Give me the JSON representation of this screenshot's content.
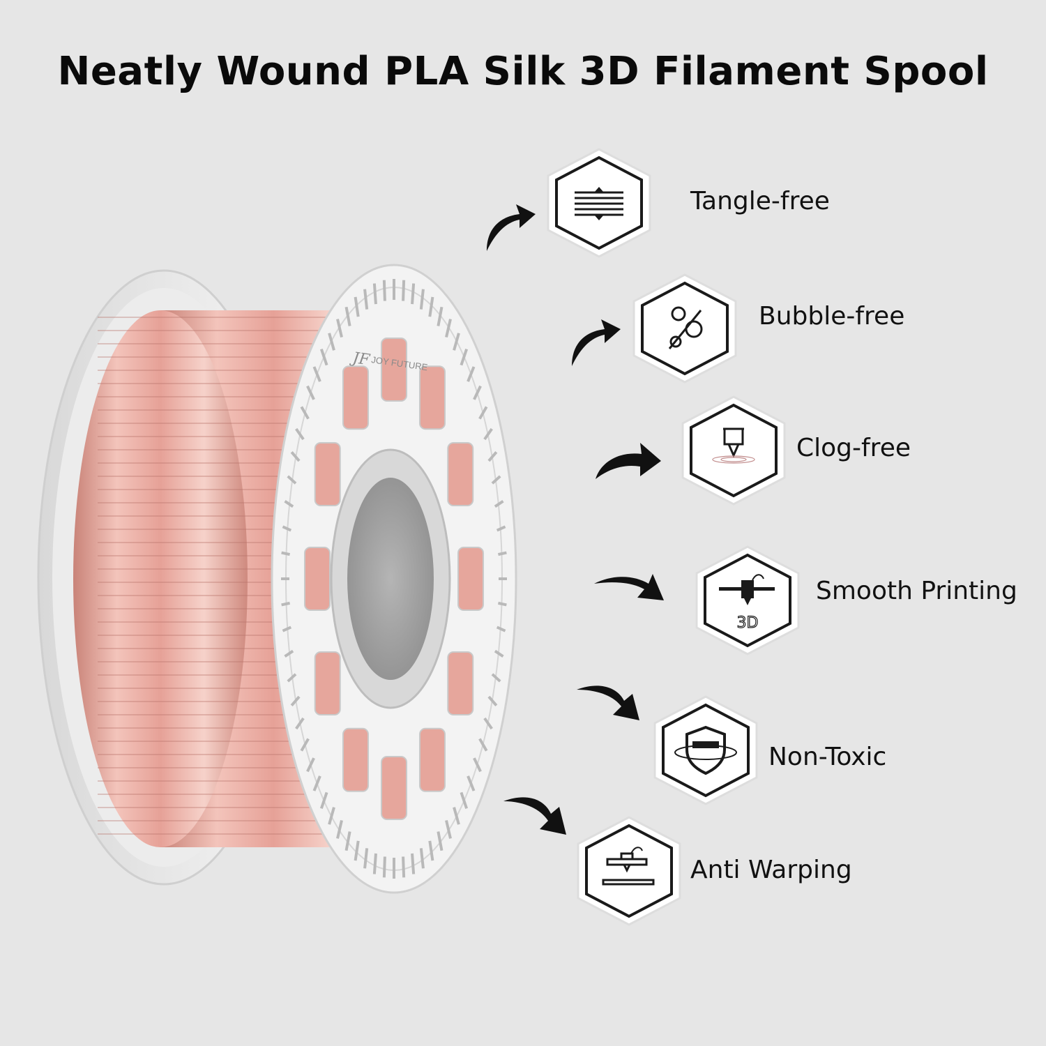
{
  "title": "Neatly Wound PLA Silk 3D Filament Spool",
  "brand": {
    "mark": "JF",
    "name": "JOY FUTURE"
  },
  "colors": {
    "background": "#e6e6e6",
    "filament": "#e7a9a0",
    "spool": "#f4f4f4",
    "icon_stroke": "#1a1a1a"
  },
  "features": [
    {
      "label": "Tangle-free",
      "icon": "layered-lines-icon"
    },
    {
      "label": "Bubble-free",
      "icon": "bubbles-icon"
    },
    {
      "label": "Clog-free",
      "icon": "nozzle-icon"
    },
    {
      "label": "Smooth Printing",
      "icon": "3d-printer-head-icon"
    },
    {
      "label": "Non-Toxic",
      "icon": "shield-icon"
    },
    {
      "label": "Anti Warping",
      "icon": "print-bed-icon"
    }
  ]
}
